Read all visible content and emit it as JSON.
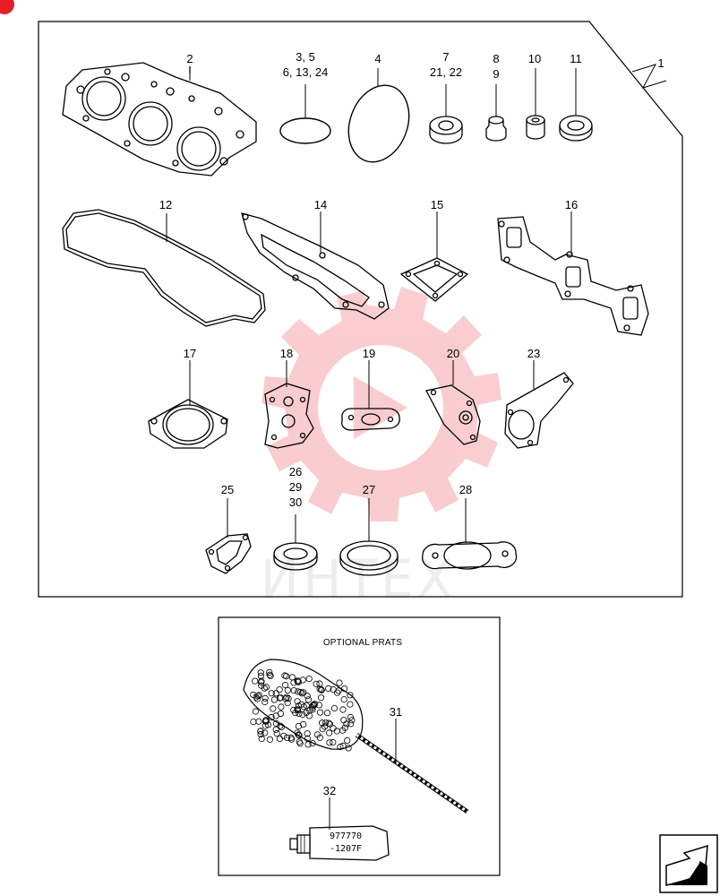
{
  "diagram": {
    "kit_label": "1",
    "parts": [
      {
        "id": "head_gasket",
        "label": "2"
      },
      {
        "id": "o_ring_small",
        "label": "3, 5\n6, 13, 24"
      },
      {
        "id": "o_ring_large",
        "label": "4"
      },
      {
        "id": "seal_a",
        "label": "7\n21, 22"
      },
      {
        "id": "seal_b",
        "label": "8\n9"
      },
      {
        "id": "seal_c",
        "label": "10"
      },
      {
        "id": "seal_d",
        "label": "11"
      },
      {
        "id": "cover_gasket",
        "label": "12"
      },
      {
        "id": "manifold_gasket_a",
        "label": "14"
      },
      {
        "id": "square_gasket",
        "label": "15"
      },
      {
        "id": "manifold_gasket_b",
        "label": "16"
      },
      {
        "id": "flange_gasket_round",
        "label": "17"
      },
      {
        "id": "plate_gasket_a",
        "label": "18"
      },
      {
        "id": "oval_gasket",
        "label": "19"
      },
      {
        "id": "plate_gasket_b",
        "label": "20"
      },
      {
        "id": "plate_gasket_c",
        "label": "23"
      },
      {
        "id": "small_gasket",
        "label": "25"
      },
      {
        "id": "washer_a",
        "label": "26\n29\n30"
      },
      {
        "id": "washer_b",
        "label": "27"
      },
      {
        "id": "oval_flange_gasket",
        "label": "28"
      }
    ]
  },
  "optional": {
    "title": "OPTIONAL PRATS",
    "parts": [
      {
        "id": "hone_brush",
        "label": "31"
      },
      {
        "id": "sealant_tube",
        "label": "32",
        "tube_text": "977770\n-1207F"
      }
    ]
  },
  "watermark": "ИНТЕХ",
  "colors": {
    "line": "#000000",
    "watermark_red": "#e61e2a"
  },
  "nav": {
    "icon": "next-page-arrow-icon"
  }
}
